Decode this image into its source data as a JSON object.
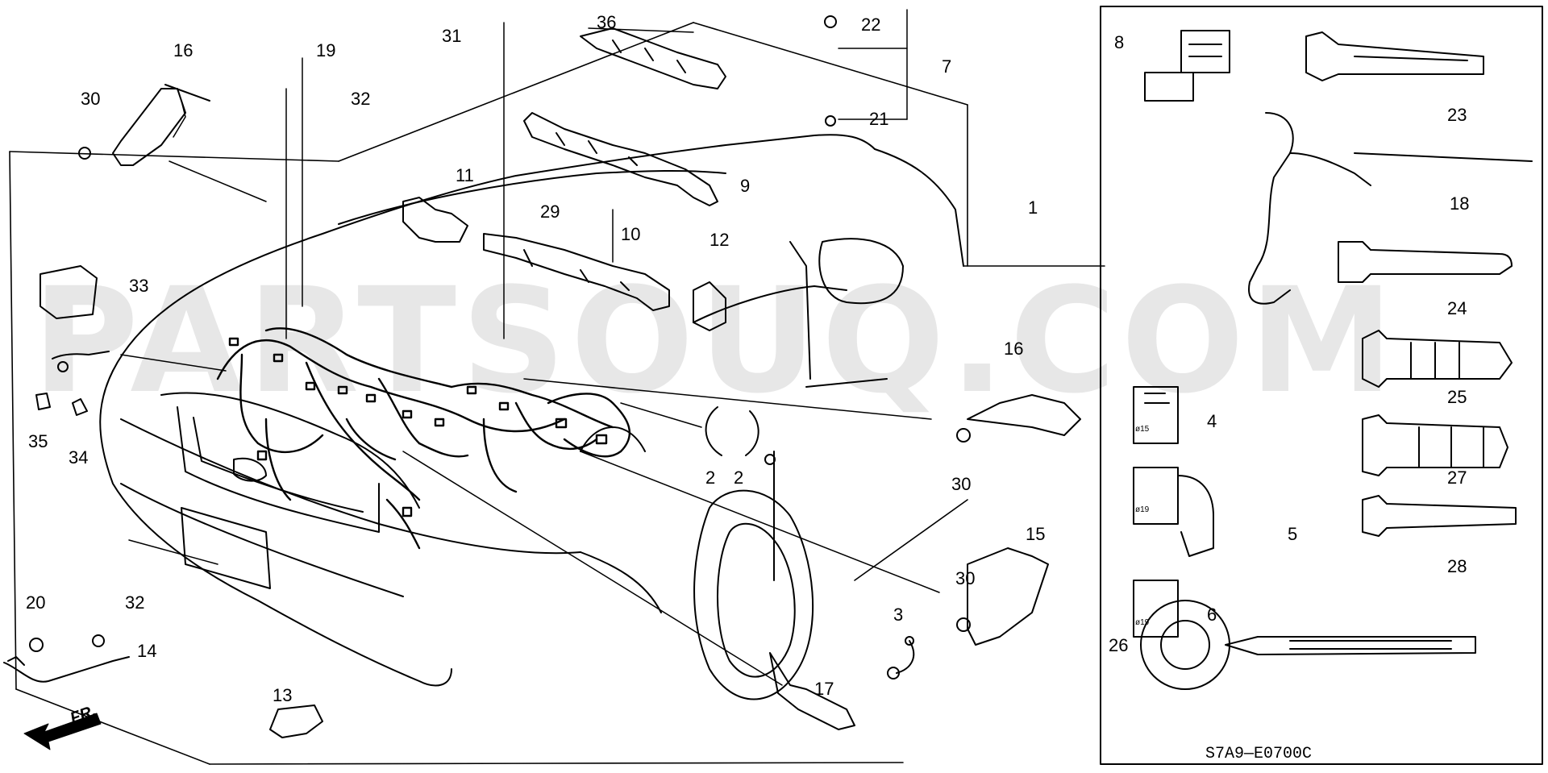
{
  "diagram": {
    "reference_code": "S7A9—E0700C",
    "watermark": "PARTSOUQ.COM",
    "direction_marker": "FR.",
    "callouts": [
      "1",
      "2",
      "2",
      "3",
      "4",
      "5",
      "6",
      "7",
      "8",
      "9",
      "10",
      "11",
      "12",
      "13",
      "14",
      "15",
      "16",
      "16",
      "17",
      "18",
      "19",
      "20",
      "21",
      "22",
      "23",
      "24",
      "25",
      "26",
      "27",
      "28",
      "29",
      "30",
      "30",
      "30",
      "31",
      "32",
      "32",
      "33",
      "34",
      "35",
      "36"
    ],
    "diameter_labels": [
      "ø15",
      "ø19",
      "ø19"
    ]
  },
  "colors": {
    "ink": "#000000",
    "paper": "#ffffff",
    "watermark": "#d4d4d4"
  }
}
